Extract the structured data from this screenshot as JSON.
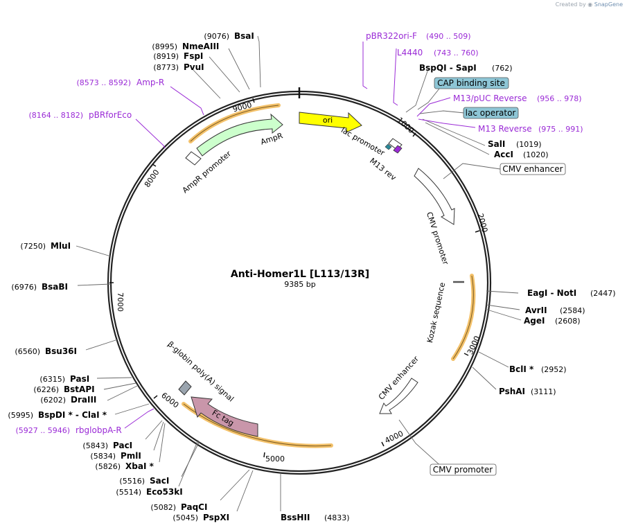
{
  "credit": {
    "prefix": "Created by",
    "brand": "SnapGene"
  },
  "map": {
    "name": "Anti-Homer1L [L113/13R]",
    "length_label": "9385 bp",
    "total_bp": 9385
  },
  "ticks": [
    1000,
    2000,
    3000,
    4000,
    5000,
    6000,
    7000,
    8000,
    9000
  ],
  "enzymes": [
    {
      "name": "BsaI",
      "pos": "(9076)",
      "bp": 9076
    },
    {
      "name": "NmeAIII",
      "pos": "(8995)",
      "bp": 8995
    },
    {
      "name": "FspI",
      "pos": "(8919)",
      "bp": 8919
    },
    {
      "name": "PvuI",
      "pos": "(8773)",
      "bp": 8773
    },
    {
      "name": "BspQI  - SapI",
      "pos": "(762)",
      "bp": 762
    },
    {
      "name": "SalI",
      "pos": "(1019)",
      "bp": 1019
    },
    {
      "name": "AccI",
      "pos": "(1020)",
      "bp": 1020
    },
    {
      "name": "EagI  - NotI",
      "pos": "(2447)",
      "bp": 2447
    },
    {
      "name": "AvrII",
      "pos": "(2584)",
      "bp": 2584
    },
    {
      "name": "AgeI",
      "pos": "(2608)",
      "bp": 2608
    },
    {
      "name": "BclI *",
      "pos": "(2952)",
      "bp": 2952
    },
    {
      "name": "PshAI",
      "pos": "(3111)",
      "bp": 3111
    },
    {
      "name": "BssHII",
      "pos": "(4833)",
      "bp": 4833
    },
    {
      "name": "PspXI",
      "pos": "(5045)",
      "bp": 5045
    },
    {
      "name": "PaqCI",
      "pos": "(5082)",
      "bp": 5082
    },
    {
      "name": "Eco53kI",
      "pos": "(5514)",
      "bp": 5514
    },
    {
      "name": "SacI",
      "pos": "(5516)",
      "bp": 5516
    },
    {
      "name": "XbaI *",
      "pos": "(5826)",
      "bp": 5826
    },
    {
      "name": "PmlI",
      "pos": "(5834)",
      "bp": 5834
    },
    {
      "name": "PacI",
      "pos": "(5843)",
      "bp": 5843
    },
    {
      "name": "BspDI *  - ClaI *",
      "pos": "(5995)",
      "bp": 5995
    },
    {
      "name": "DraIII",
      "pos": "(6202)",
      "bp": 6202
    },
    {
      "name": "BstAPI",
      "pos": "(6226)",
      "bp": 6226
    },
    {
      "name": "PasI",
      "pos": "(6315)",
      "bp": 6315
    },
    {
      "name": "Bsu36I",
      "pos": "(6560)",
      "bp": 6560
    },
    {
      "name": "BsaBI",
      "pos": "(6976)",
      "bp": 6976
    },
    {
      "name": "MluI",
      "pos": "(7250)",
      "bp": 7250
    }
  ],
  "primers": [
    {
      "name": "pBR322ori-F",
      "range": "(490 .. 509)"
    },
    {
      "name": "L4440",
      "range": "(743 .. 760)"
    },
    {
      "name": "M13/pUC Reverse",
      "range": "(956 .. 978)"
    },
    {
      "name": "M13 Reverse",
      "range": "(975 .. 991)"
    },
    {
      "name": "Amp-R",
      "range": "(8573 .. 8592)"
    },
    {
      "name": "pBRforEco",
      "range": "(8164 .. 8182)"
    },
    {
      "name": "rbglobpA-R",
      "range": "(5927 .. 5946)"
    }
  ],
  "boxed_features": [
    {
      "name": "CAP binding site",
      "style": "filled"
    },
    {
      "name": "lac operator",
      "style": "filled"
    },
    {
      "name": "CMV enhancer",
      "style": "outline"
    },
    {
      "name": "CMV promoter",
      "style": "outline"
    }
  ],
  "arc_features": {
    "ori": "ori",
    "ampr": "AmpR",
    "ampr_promoter": "AmpR promoter",
    "lac_promoter": "lac promoter",
    "m13_rev": "M13 rev",
    "cmv_promoter": "CMV promoter",
    "kozak": "Kozak sequence",
    "cmv_enhancer": "CMV enhancer",
    "polya": "β-globin poly(A) signal",
    "fc_tag": "Fc tag"
  },
  "colors": {
    "primer": "#9a2ad6",
    "ori": "#ffff00",
    "ampr": "#ccffcc",
    "fc_tag": "#c996aa",
    "highlight": "#f3c16a",
    "boxed_fill": "#8ec6d6",
    "polya": "#9aa4ae"
  }
}
